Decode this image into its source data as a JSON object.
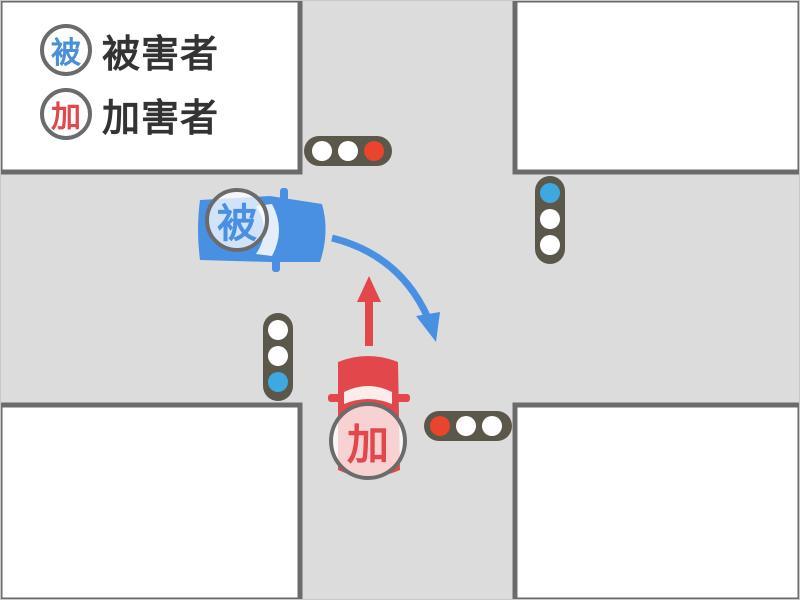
{
  "legend": {
    "items": [
      {
        "badge": "被",
        "label": "被害者",
        "color": "#4a90d9"
      },
      {
        "badge": "加",
        "label": "加害者",
        "color": "#e0484b"
      }
    ]
  },
  "vehicles": {
    "victim": {
      "badge": "被",
      "role": "被害者",
      "color": "#4a90e2",
      "direction": "right-turn"
    },
    "offender": {
      "badge": "加",
      "role": "加害者",
      "color": "#e2474b",
      "direction": "straight-north"
    }
  },
  "traffic_lights": [
    {
      "id": "north",
      "orientation": "horizontal",
      "lamps": [
        "off",
        "off",
        "red"
      ]
    },
    {
      "id": "east",
      "orientation": "vertical",
      "lamps": [
        "blue",
        "off",
        "off"
      ]
    },
    {
      "id": "west",
      "orientation": "vertical",
      "lamps": [
        "off",
        "off",
        "blue"
      ]
    },
    {
      "id": "south",
      "orientation": "horizontal",
      "lamps": [
        "red",
        "off",
        "off"
      ]
    }
  ],
  "colors": {
    "road": "#dcdcdc",
    "curb": "#6b6b6b",
    "sidewalk": "#ffffff",
    "signal_housing": "#5b574a",
    "signal_red": "#e8452c",
    "signal_blue": "#3ea8e0",
    "signal_off": "#ffffff"
  }
}
